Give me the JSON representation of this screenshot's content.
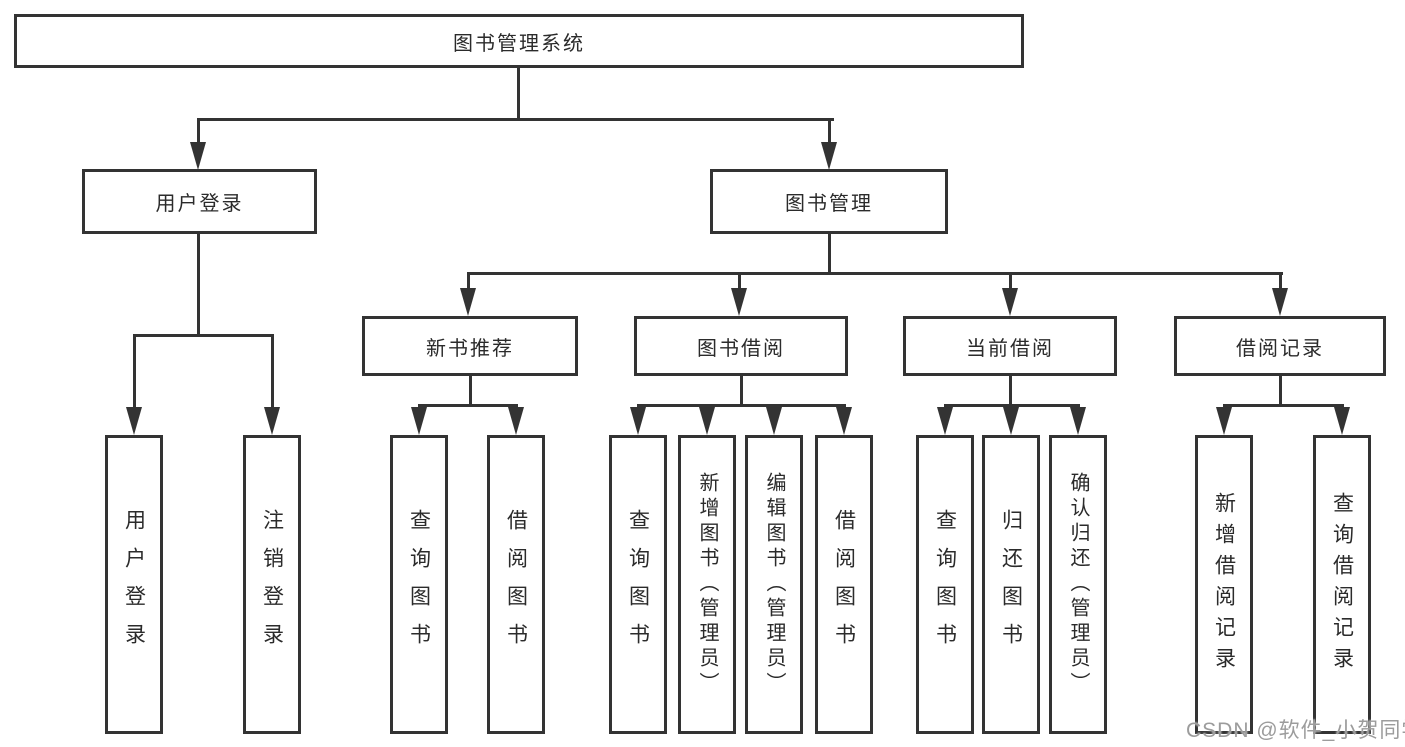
{
  "tree": {
    "root": {
      "label": "图书管理系统"
    },
    "children": [
      {
        "label": "用户登录",
        "children": [
          {
            "label": "用户登录"
          },
          {
            "label": "注销登录"
          }
        ]
      },
      {
        "label": "图书管理",
        "children": [
          {
            "label": "新书推荐",
            "children": [
              {
                "label": "查询图书"
              },
              {
                "label": "借阅图书"
              }
            ]
          },
          {
            "label": "图书借阅",
            "children": [
              {
                "label": "查询图书"
              },
              {
                "label": "新增图书（管理员）"
              },
              {
                "label": "编辑图书（管理员）"
              },
              {
                "label": "借阅图书"
              }
            ]
          },
          {
            "label": "当前借阅",
            "children": [
              {
                "label": "查询图书"
              },
              {
                "label": "归还图书"
              },
              {
                "label": "确认归还（管理员）"
              }
            ]
          },
          {
            "label": "借阅记录",
            "children": [
              {
                "label": "新增借阅记录"
              },
              {
                "label": "查询借阅记录"
              }
            ]
          }
        ]
      }
    ]
  },
  "watermark": {
    "text": "CSDN @软件_小贺同学"
  },
  "colors": {
    "line": "#333333",
    "text": "#2b2b2b",
    "background": "#ffffff",
    "watermark": "#9c9c9c"
  }
}
